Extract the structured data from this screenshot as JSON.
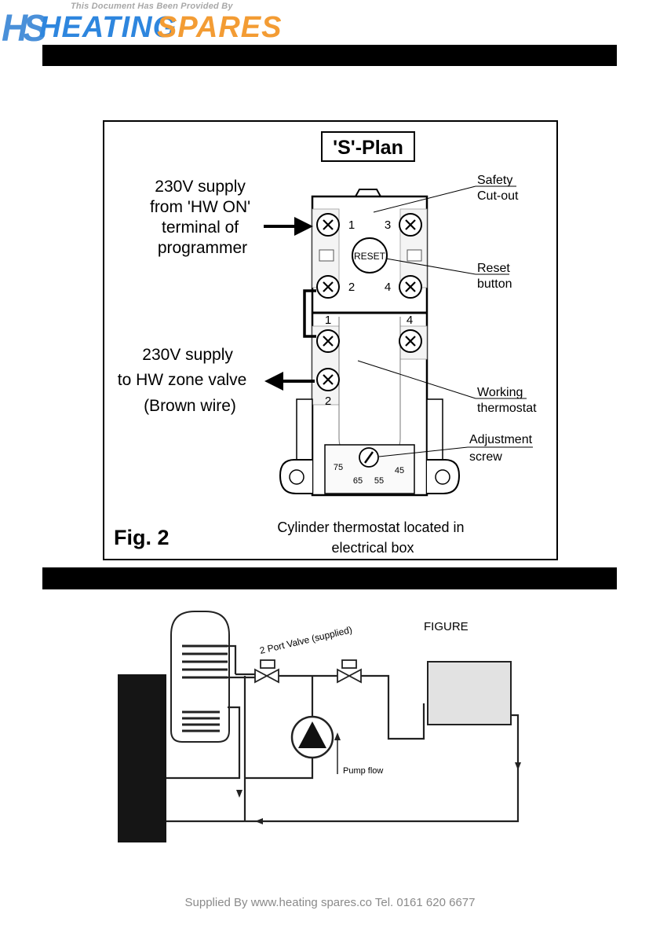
{
  "header": {
    "provided_by": "This Document Has Been Provided By",
    "logo_hs": "HS",
    "logo_heating": "HEATING",
    "logo_spares": "SPARES"
  },
  "fig2": {
    "title": "'S'-Plan",
    "left_top": [
      "230V supply",
      "from 'HW ON'",
      "terminal of",
      "programmer"
    ],
    "left_bottom": [
      "230V supply",
      "to HW zone valve",
      "(Brown wire)"
    ],
    "right_safety": [
      "Safety",
      "Cut-out"
    ],
    "right_reset": [
      "Reset",
      "button"
    ],
    "right_working": [
      "Working",
      "thermostat"
    ],
    "right_adjust": [
      "Adjustment",
      "screw"
    ],
    "reset_label": "RESET",
    "terminals_top": {
      "t1": "1",
      "t2": "2",
      "t3": "3",
      "t4": "4"
    },
    "terminals_bottom": {
      "t1": "1",
      "t2": "2",
      "t4": "4"
    },
    "dial": {
      "d75": "75",
      "d65": "65",
      "d55": "55",
      "d45": "45"
    },
    "fig_label": "Fig. 2",
    "caption": [
      "Cylinder thermostat located in",
      "electrical box"
    ]
  },
  "figure2": {
    "valve_label": "2 Port Valve (supplied)",
    "figure_label": "FIGURE",
    "pump_label": "Pump flow"
  },
  "footer": {
    "text": "Supplied By www.heating spares.co  Tel. 0161 620 6677"
  }
}
